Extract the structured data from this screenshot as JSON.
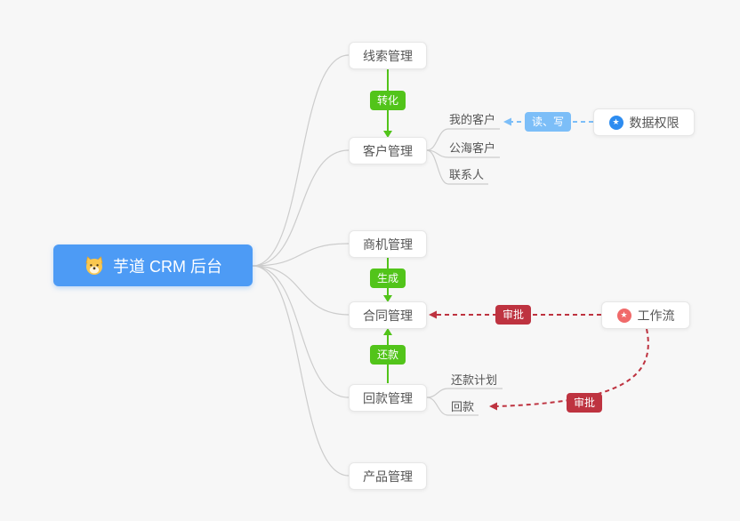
{
  "root": {
    "label": "芋道 CRM 后台"
  },
  "branches": {
    "leads": {
      "label": "线索管理"
    },
    "customers": {
      "label": "客户管理",
      "children": [
        "我的客户",
        "公海客户",
        "联系人"
      ]
    },
    "opportunities": {
      "label": "商机管理"
    },
    "contracts": {
      "label": "合同管理"
    },
    "receivables": {
      "label": "回款管理",
      "children": [
        "还款计划",
        "回款"
      ]
    },
    "products": {
      "label": "产品管理"
    }
  },
  "edge_labels": {
    "convert": "转化",
    "generate": "生成",
    "repay": "还款",
    "read_write": "读、写",
    "approve_contract": "审批",
    "approve_receivable": "审批"
  },
  "side_nodes": {
    "data_permission": {
      "label": "数据权限",
      "icon": "star-icon"
    },
    "workflow": {
      "label": "工作流",
      "icon": "star-icon"
    }
  },
  "colors": {
    "background": "#f7f7f7",
    "root_bg": "#4d9bf5",
    "green_edge": "#52c41a",
    "blue_edge": "#7cbef8",
    "red_edge": "#be3340",
    "gray_line": "#cccccc",
    "data_permission_icon": "#2d8cf0",
    "workflow_icon": "#f06a6a"
  }
}
